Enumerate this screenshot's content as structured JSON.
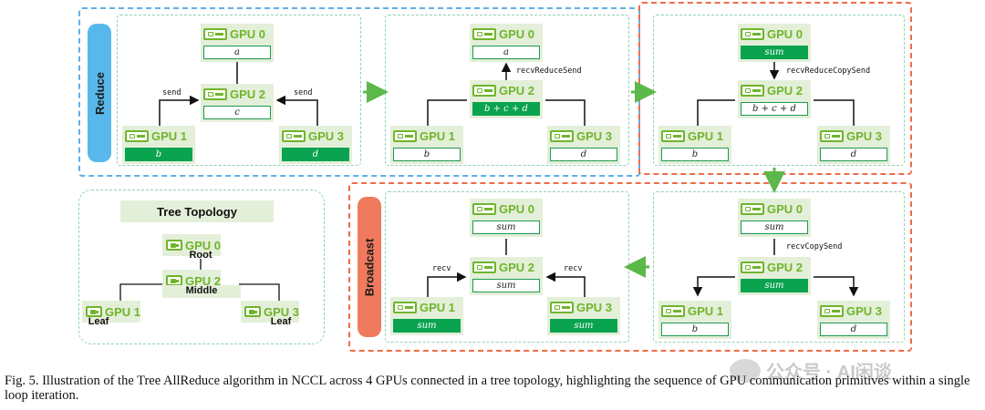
{
  "phases": {
    "reduce": "Reduce",
    "broadcast": "Broadcast"
  },
  "gpu_names": {
    "g0": "GPU 0",
    "g1": "GPU 1",
    "g2": "GPU 2",
    "g3": "GPU 3"
  },
  "panels": {
    "p1": {
      "g0": "a",
      "g1": "b",
      "g2": "c",
      "g3": "d",
      "left_edge": "send",
      "right_edge": "send"
    },
    "p2": {
      "g0": "a",
      "g1": "b",
      "g2": "b + c + d",
      "g3": "d",
      "up_edge": "recvReduceSend"
    },
    "p3": {
      "g0": "sum",
      "g1": "b",
      "g2": "b + c + d",
      "g3": "d",
      "down_edge": "recvReduceCopySend"
    },
    "p4": {
      "g0": "sum",
      "g1": "b",
      "g2": "sum",
      "g3": "d",
      "down_edge": "recvCopySend"
    },
    "p5": {
      "g0": "sum",
      "g1": "sum",
      "g2": "sum",
      "g3": "sum",
      "left_edge": "recv",
      "right_edge": "recv"
    }
  },
  "topology": {
    "title": "Tree Topology",
    "g0_role": "Root",
    "g2_role": "Middle",
    "g1_role": "Leaf",
    "g3_role": "Leaf"
  },
  "caption": "Fig. 5.  Illustration of the Tree AllReduce algorithm in NCCL across 4 GPUs connected in a tree topology, highlighting the sequence of GPU communication primitives within a single loop iteration.",
  "watermark": "公众号 · AI闲谈",
  "colors": {
    "green_buffer": "#0aa34f",
    "gpu_green": "#6fb52c",
    "reduce_blue": "#5fb0e8",
    "broadcast_red": "#ef6b4a",
    "flow_arrow": "#5cb84a"
  }
}
